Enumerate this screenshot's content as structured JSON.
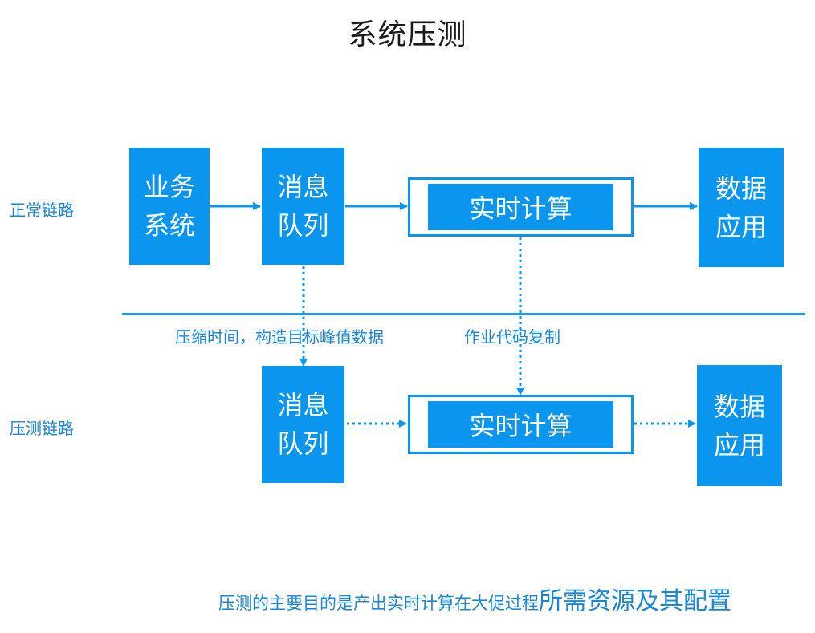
{
  "title": "系统压测",
  "lanes": {
    "normal": "正常链路",
    "stress": "压测链路"
  },
  "normal_chain": {
    "business_system": "业务系统",
    "message_queue": "消息队列",
    "realtime_compute": "实时计算",
    "data_app": "数据应用"
  },
  "stress_chain": {
    "message_queue": "消息队列",
    "realtime_compute": "实时计算",
    "data_app": "数据应用"
  },
  "annotations": {
    "compress": "压缩时间，构造目标峰值数据",
    "copy_job": "作业代码复制"
  },
  "footer": {
    "prefix": "压测的主要目的是产出实时计算在大促过程",
    "emphasis": "所需资源及其配置"
  },
  "colors": {
    "primary": "#0a96ee",
    "label": "#1a86d6"
  }
}
